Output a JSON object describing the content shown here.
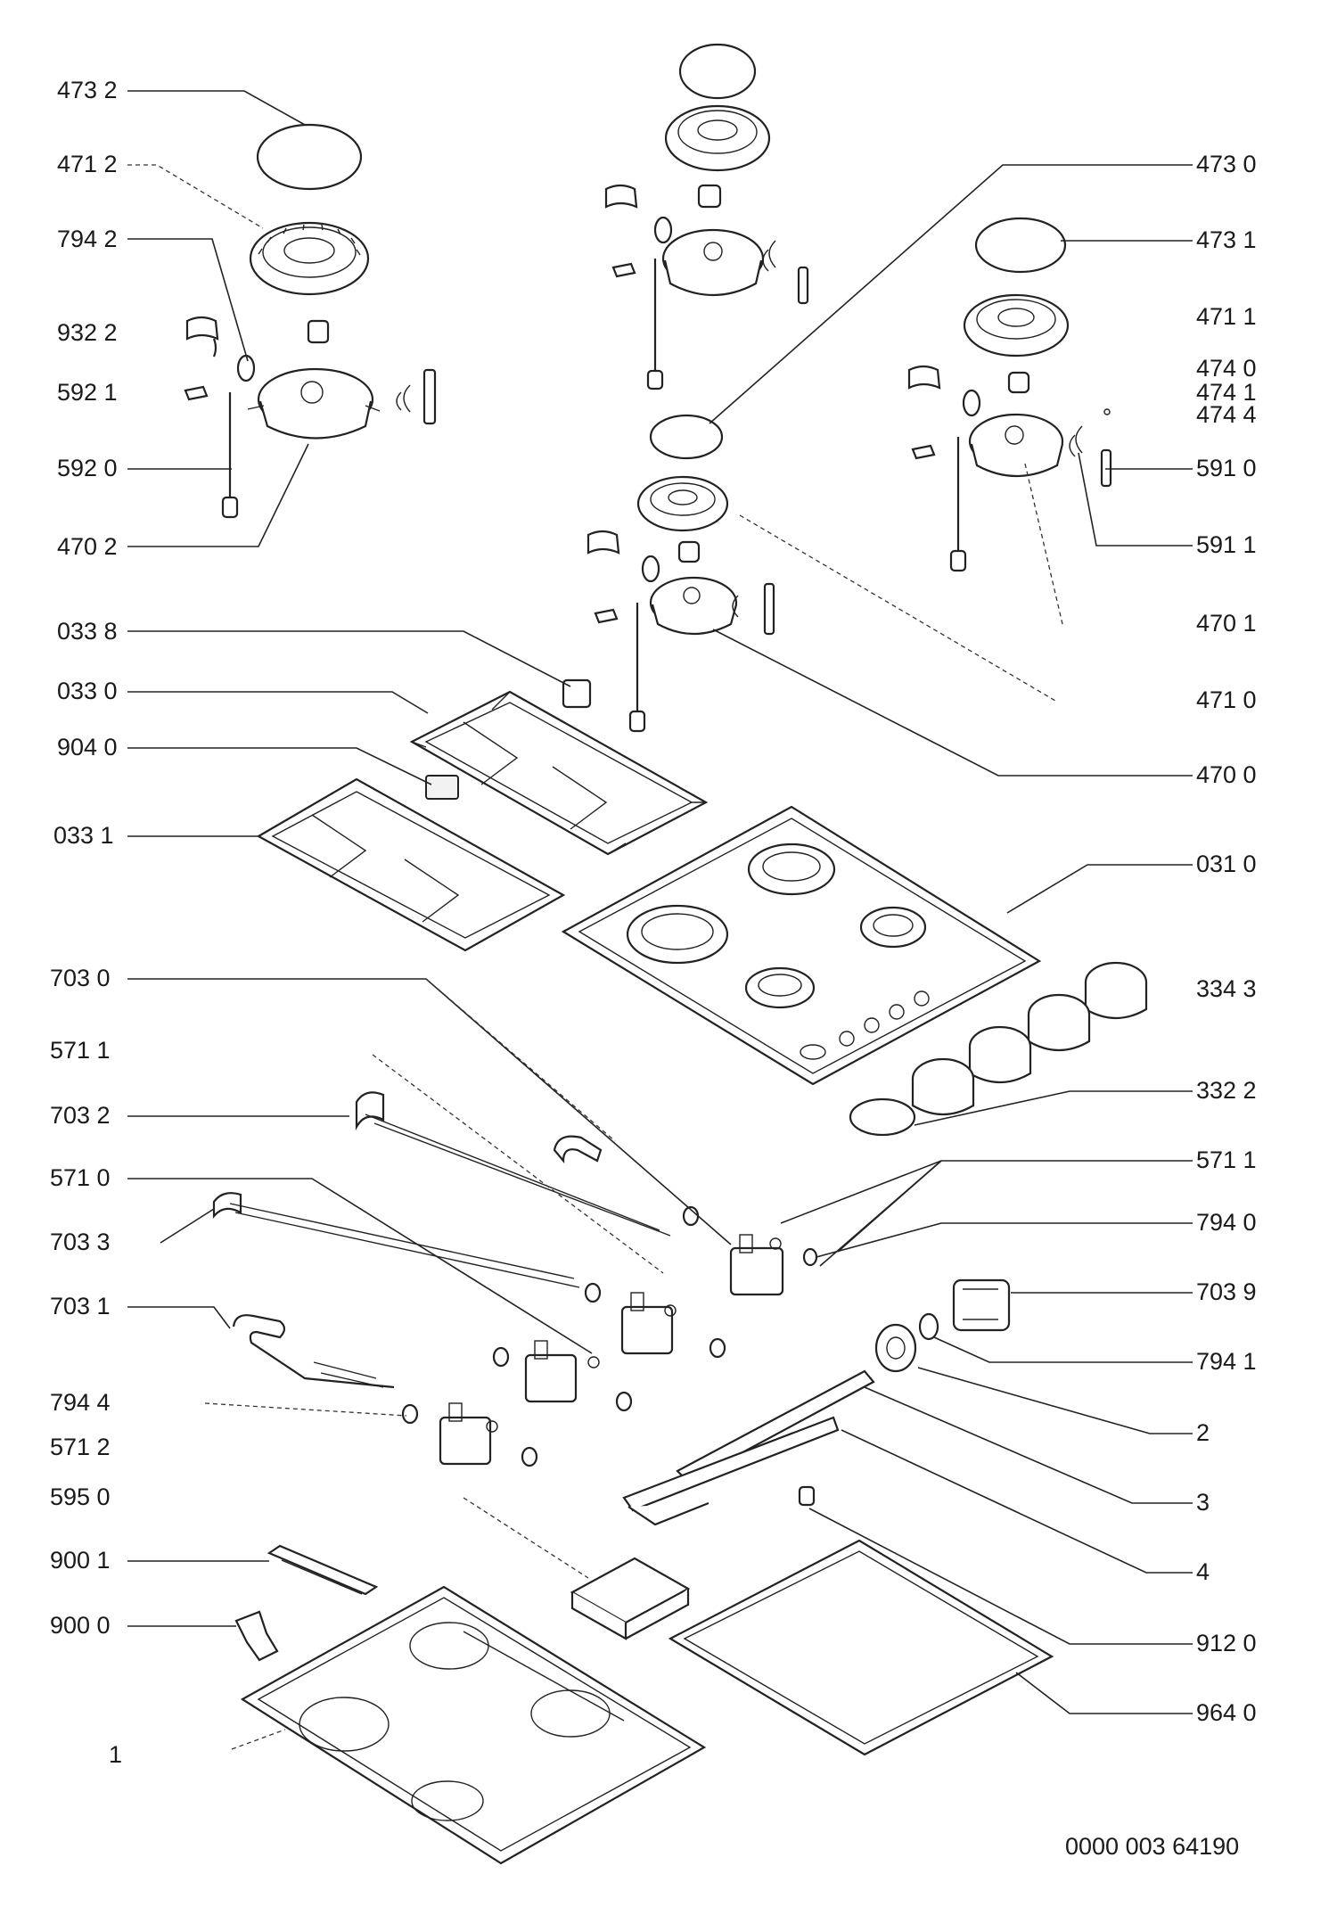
{
  "labels_left": [
    {
      "id": "l-473-2",
      "text": "473 2"
    },
    {
      "id": "l-471-2",
      "text": "471 2"
    },
    {
      "id": "l-794-2",
      "text": "794 2"
    },
    {
      "id": "l-932-2",
      "text": "932 2"
    },
    {
      "id": "l-592-1",
      "text": "592 1"
    },
    {
      "id": "l-592-0",
      "text": "592 0"
    },
    {
      "id": "l-470-2",
      "text": "470 2"
    },
    {
      "id": "l-033-8",
      "text": "033 8"
    },
    {
      "id": "l-033-0",
      "text": "033 0"
    },
    {
      "id": "l-904-0",
      "text": "904 0"
    },
    {
      "id": "l-033-1",
      "text": "033 1"
    },
    {
      "id": "l-703-0",
      "text": "703 0"
    },
    {
      "id": "l-571-1",
      "text": "571 1"
    },
    {
      "id": "l-703-2",
      "text": "703 2"
    },
    {
      "id": "l-571-0",
      "text": "571 0"
    },
    {
      "id": "l-703-3",
      "text": "703 3"
    },
    {
      "id": "l-703-1",
      "text": "703 1"
    },
    {
      "id": "l-794-4",
      "text": "794 4"
    },
    {
      "id": "l-571-2",
      "text": "571 2"
    },
    {
      "id": "l-595-0",
      "text": "595 0"
    },
    {
      "id": "l-900-1",
      "text": "900 1"
    },
    {
      "id": "l-900-0",
      "text": "900 0"
    },
    {
      "id": "l-1",
      "text": "1"
    }
  ],
  "labels_right": [
    {
      "id": "r-473-0",
      "text": "473 0"
    },
    {
      "id": "r-473-1",
      "text": "473 1"
    },
    {
      "id": "r-471-1",
      "text": "471 1"
    },
    {
      "id": "r-474-0",
      "text": "474 0"
    },
    {
      "id": "r-474-1",
      "text": "474 1"
    },
    {
      "id": "r-474-4",
      "text": "474 4"
    },
    {
      "id": "r-591-0",
      "text": "591 0"
    },
    {
      "id": "r-591-1",
      "text": "591 1"
    },
    {
      "id": "r-470-1",
      "text": "470 1"
    },
    {
      "id": "r-471-0",
      "text": "471 0"
    },
    {
      "id": "r-470-0",
      "text": "470 0"
    },
    {
      "id": "r-031-0",
      "text": "031 0"
    },
    {
      "id": "r-334-3",
      "text": "334 3"
    },
    {
      "id": "r-332-2",
      "text": "332 2"
    },
    {
      "id": "r-571-1",
      "text": "571 1"
    },
    {
      "id": "r-794-0",
      "text": "794 0"
    },
    {
      "id": "r-703-9",
      "text": "703 9"
    },
    {
      "id": "r-794-1",
      "text": "794 1"
    },
    {
      "id": "r-2",
      "text": "2"
    },
    {
      "id": "r-3",
      "text": "3"
    },
    {
      "id": "r-4",
      "text": "4"
    },
    {
      "id": "r-912-0",
      "text": "912 0"
    },
    {
      "id": "r-964-0",
      "text": "964 0"
    }
  ],
  "document_number": "0000 003 64190"
}
